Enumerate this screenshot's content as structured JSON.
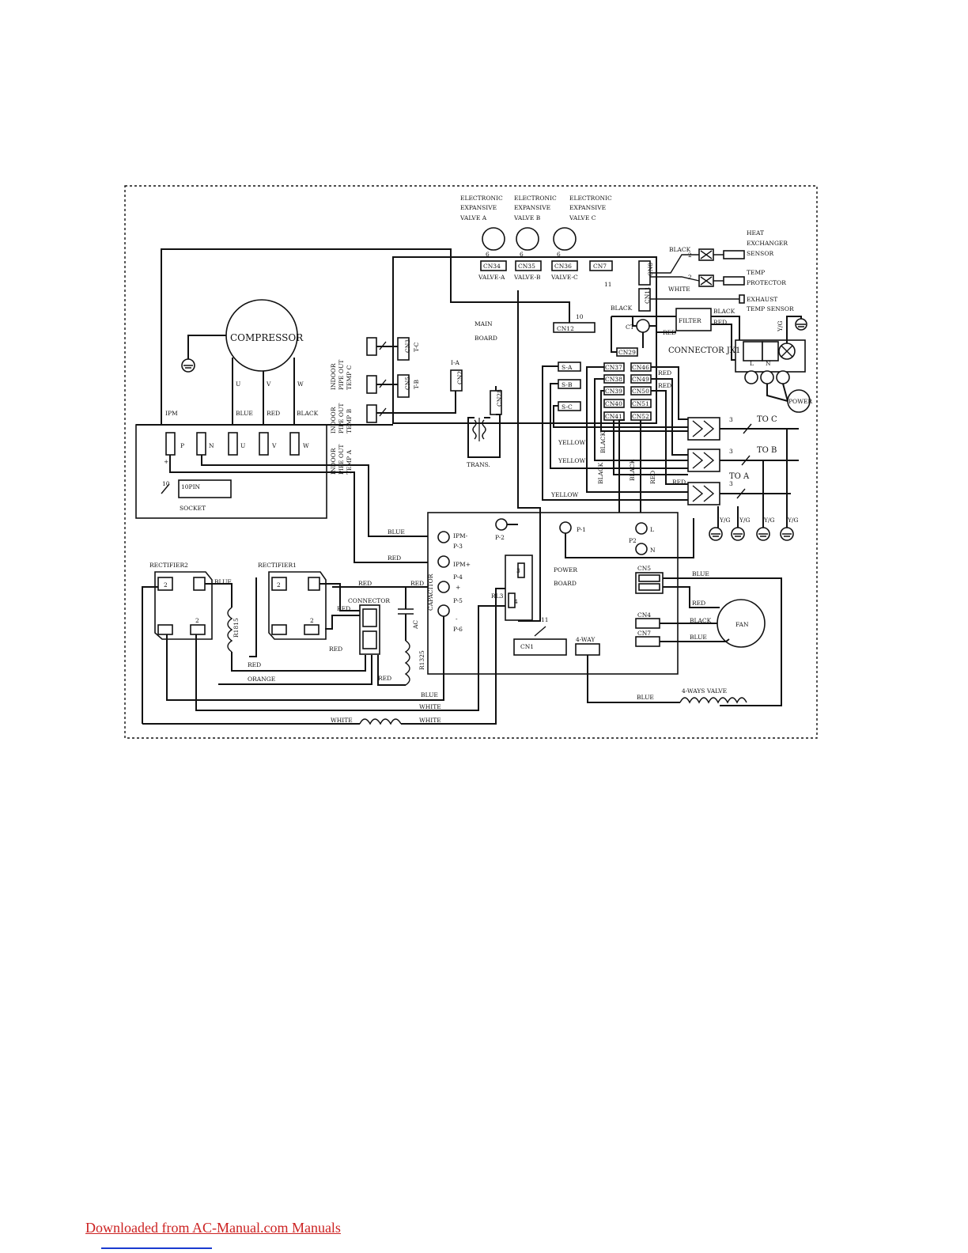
{
  "valves": {
    "a_label": [
      "ELECTRONIC",
      "EXPANSIVE",
      "VALVE A"
    ],
    "b_label": [
      "ELECTRONIC",
      "EXPANSIVE",
      "VALVE B"
    ],
    "c_label": [
      "ELECTRONIC",
      "EXPANSIVE",
      "VALVE C"
    ],
    "a_conn": "CN34",
    "b_conn": "CN35",
    "c_conn": "CN36",
    "a_name": "VALVE-A",
    "b_name": "VALVE-B",
    "c_name": "VALVE-C",
    "pins": "6"
  },
  "sensors": {
    "heat_exchanger": [
      "HEAT",
      "EXCHANGER",
      "SENSOR"
    ],
    "temp_protector": [
      "TEMP",
      "PROTECTOR"
    ],
    "exhaust": [
      "EXHAUST",
      "TEMP SENSOR"
    ],
    "black": "BLACK",
    "white": "WHITE",
    "two": "2",
    "cn8": "CN8",
    "cn11": "CN11"
  },
  "main_board": {
    "title": [
      "MAIN",
      "BOARD"
    ],
    "cn7": "CN7",
    "cn12": "CN12",
    "cn29": "CN29",
    "cn2": "CN2",
    "cn28": "CN28",
    "cn3": "CN3",
    "cn5": "CN5",
    "tc": "T-C",
    "tb": "T-B",
    "ia": "I-A",
    "ct": "CT",
    "filter": "FILTER",
    "ten": "10",
    "eleven": "11",
    "connectors_left": [
      "CN37",
      "CN38",
      "CN39",
      "CN40",
      "CN41"
    ],
    "connectors_right": [
      "CN46",
      "CN49",
      "CN50",
      "CN51",
      "CN52"
    ],
    "sa": "S-A",
    "sb": "S-B",
    "sc": "S-C",
    "trans": "TRANS."
  },
  "indoor": {
    "c": [
      "INDOOR",
      "PIPE OUT",
      "TEMP C"
    ],
    "b": [
      "INDOOR",
      "PIPE OUT",
      "TEMP B"
    ],
    "a": [
      "INDOOR",
      "PIPE OUT",
      "TEMP A"
    ]
  },
  "compressor": {
    "label": "COMPRESSOR",
    "u": "U",
    "v": "V",
    "w": "W",
    "blue": "BLUE",
    "red": "RED",
    "black": "BLACK",
    "ipm": "IPM"
  },
  "socket": {
    "label": "SOCKET",
    "pin": "10PIN",
    "ten": "10",
    "p": "P",
    "n": "N",
    "u": "U",
    "v": "V",
    "w": "W"
  },
  "connector_jx1": {
    "label": "CONNECTOR  JX1",
    "l": "L",
    "n": "N",
    "yg": "Y/G",
    "power": "POWER",
    "red": "RED",
    "black": "BLACK"
  },
  "outputs": {
    "to_c": "TO  C",
    "to_b": "TO  B",
    "to_a": "TO  A",
    "three": "3",
    "yellow": "YELLOW",
    "black": "BLACK",
    "red": "RED",
    "yg": "Y/G"
  },
  "power_board": {
    "title": [
      "POWER",
      "BOARD"
    ],
    "ipm_minus": "IPM-",
    "p3": "P-3",
    "ipm_plus": "IPM+",
    "p4": "P-4",
    "plus": "+",
    "p5": "P-5",
    "minus": "-",
    "p6": "P-6",
    "p1": "P-1",
    "p2": "P-2",
    "p2b": "P2",
    "l": "L",
    "n": "N",
    "rl3": "RL3",
    "three": "3",
    "four": "4",
    "cn1": "CN1",
    "eleven": "11",
    "cn5": "CN5",
    "cn4": "CN4",
    "cn7": "CN7",
    "four_way": "4-WAY"
  },
  "lower": {
    "rectifier2": "RECTIFIER2",
    "rectifier1": "RECTIFIER1",
    "connector": "CONNECTOR",
    "capacitor": "CAPACITOR",
    "r1815": "R1815",
    "r1325": "R1325",
    "blue": "BLUE",
    "red": "RED",
    "orange": "ORANGE",
    "white": "WHITE",
    "black": "BLACK",
    "fan": "FAN",
    "four_ways_valve": "4-WAYS VALVE",
    "ac": "AC",
    "two": "2"
  },
  "footer": {
    "link_text": "Downloaded from AC-Manual.com Manuals"
  }
}
